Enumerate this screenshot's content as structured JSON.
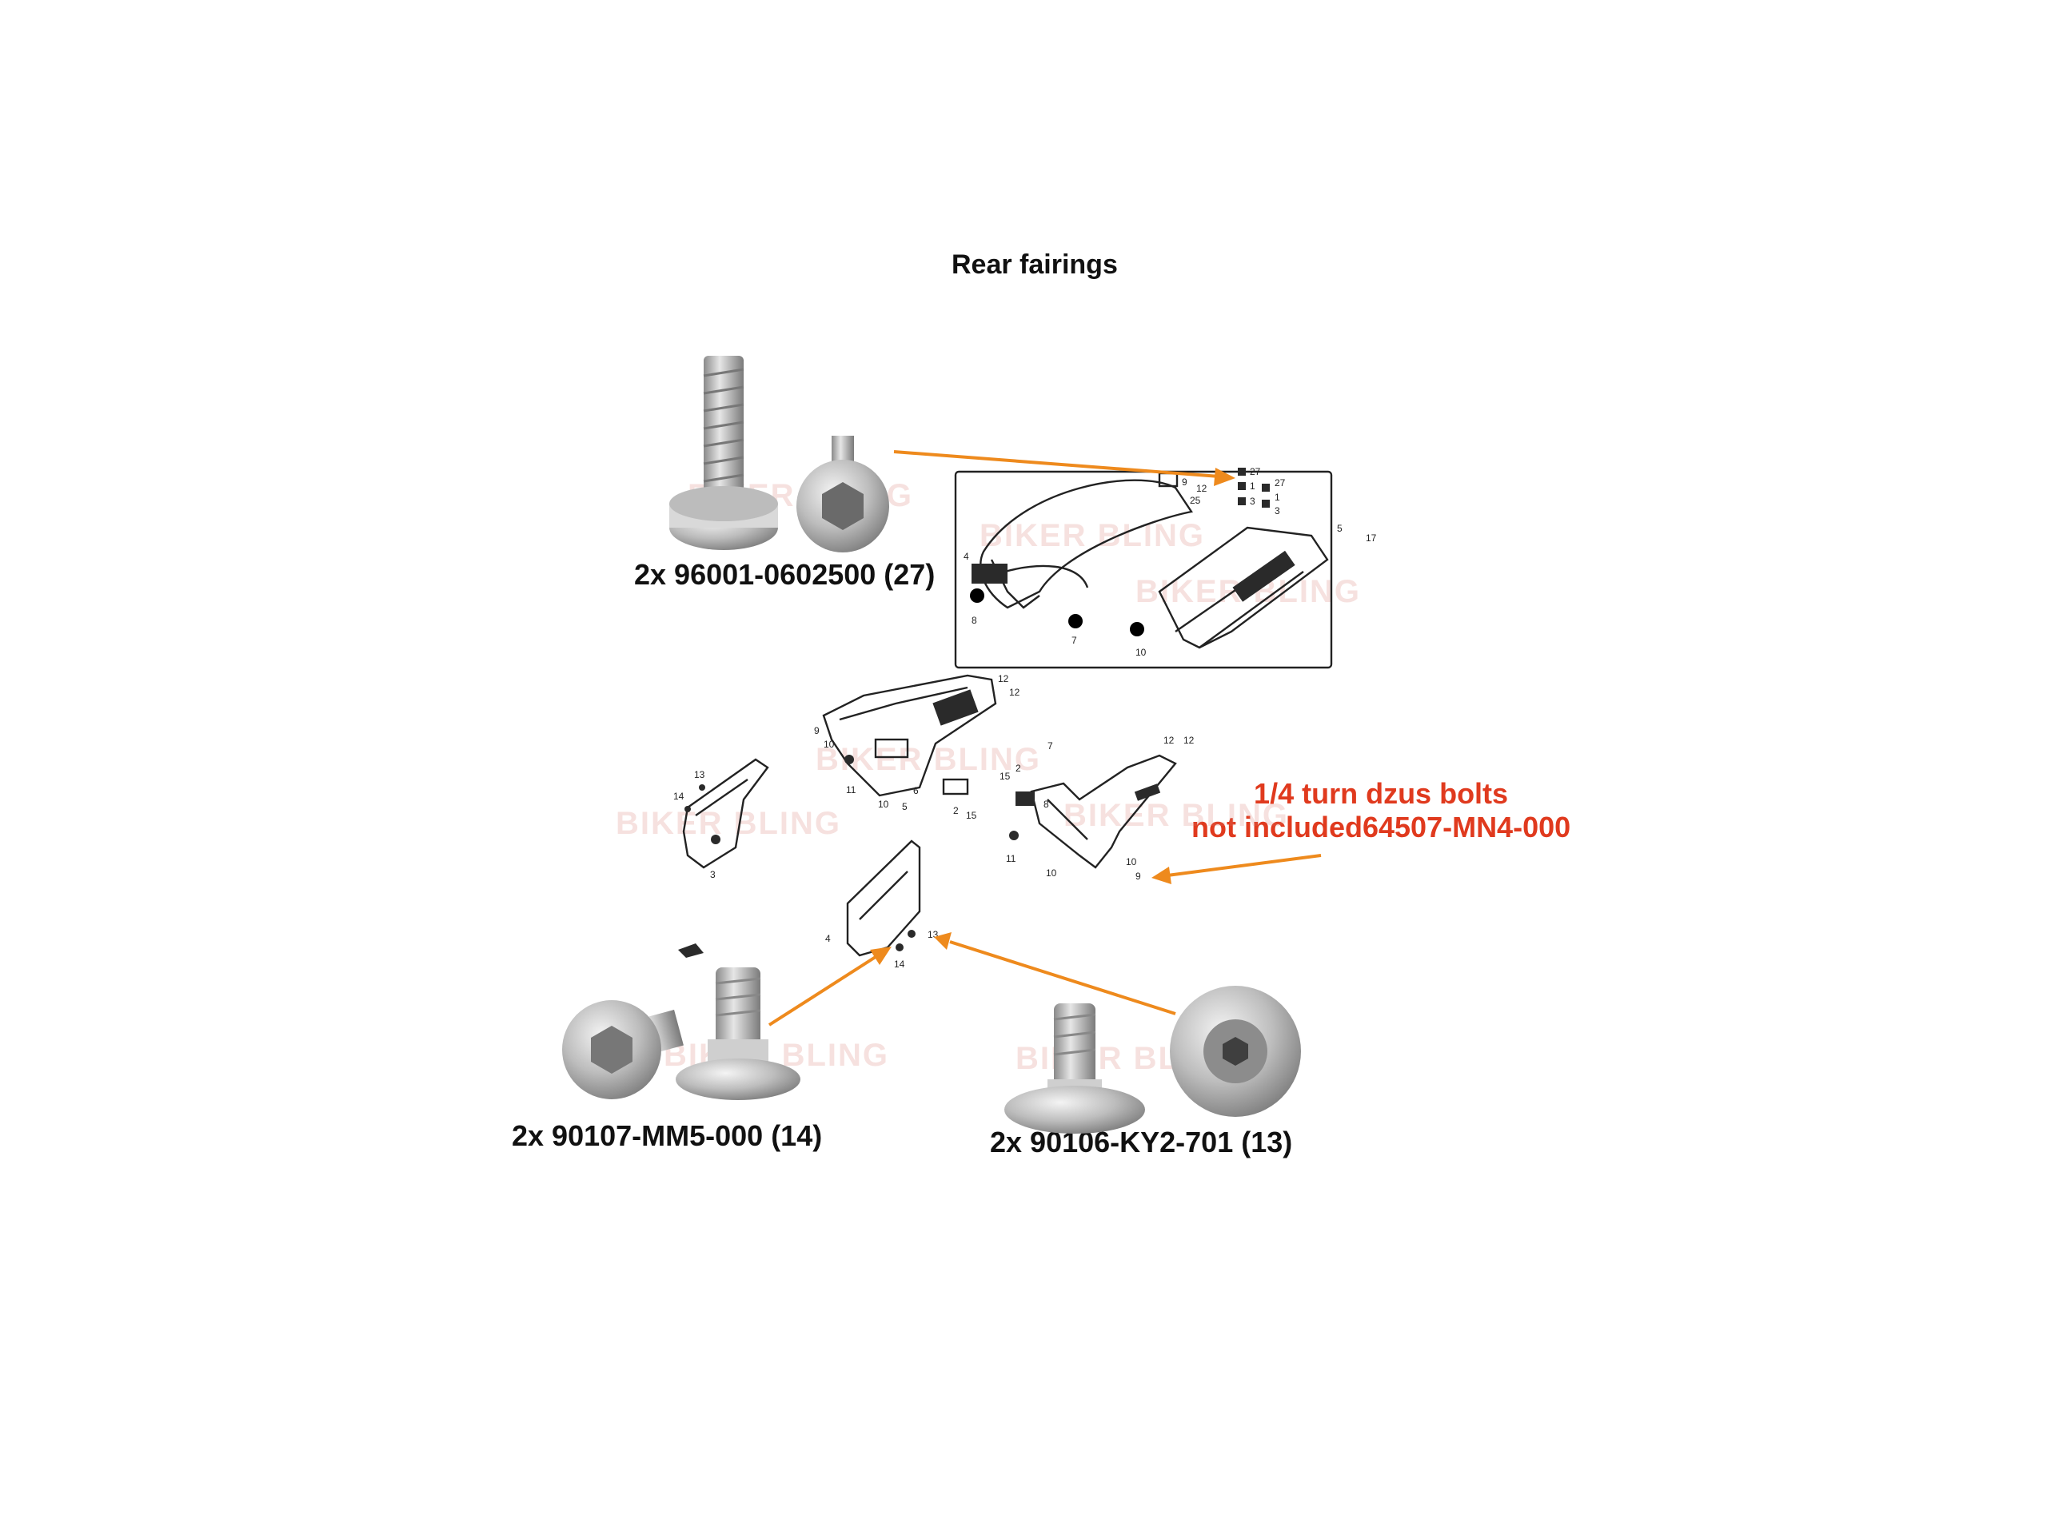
{
  "title": "Rear fairings",
  "parts": [
    {
      "label": "2x 96001-0602500 (27)"
    },
    {
      "label": "2x 90107-MM5-000 (14)"
    },
    {
      "label": "2x 90106-KY2-701 (13)"
    }
  ],
  "note": {
    "line1": "1/4 turn dzus bolts",
    "line2": "not included64507-MN4-000"
  },
  "watermark": "BIKER BLING",
  "callouts": {
    "seat": [
      "27",
      "1",
      "3",
      "27",
      "1",
      "3",
      "9",
      "12",
      "25",
      "5",
      "17",
      "4",
      "8",
      "7",
      "10"
    ],
    "frame": [
      "12",
      "12",
      "9",
      "10",
      "11",
      "10",
      "5",
      "6",
      "2",
      "15"
    ],
    "right_panel": [
      "12",
      "12",
      "7",
      "8",
      "2",
      "15",
      "11",
      "10",
      "10",
      "9"
    ],
    "left_panel": [
      "13",
      "14",
      "3"
    ],
    "lower_panel": [
      "4",
      "13",
      "14"
    ]
  },
  "colors": {
    "arrow": "#ee8a1d",
    "note_text": "#e03a1e",
    "label_text": "#111111"
  }
}
